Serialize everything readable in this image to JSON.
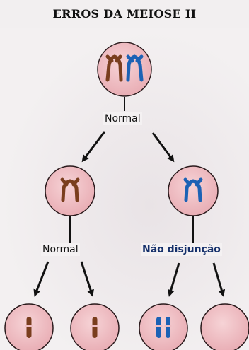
{
  "title": "ERROS DA MEIOSE II",
  "labels": {
    "top_normal": "Normal",
    "left_normal": "Normal",
    "nondisjunction": "Não disjunção"
  },
  "colors": {
    "cell_fill": "#efbfc4",
    "cell_stroke": "#2a1a1c",
    "brown_chromosome": "#7a3e1e",
    "blue_chromosome": "#1c62b5",
    "nondisjunction_text": "#15306b",
    "arrow": "#111111"
  }
}
